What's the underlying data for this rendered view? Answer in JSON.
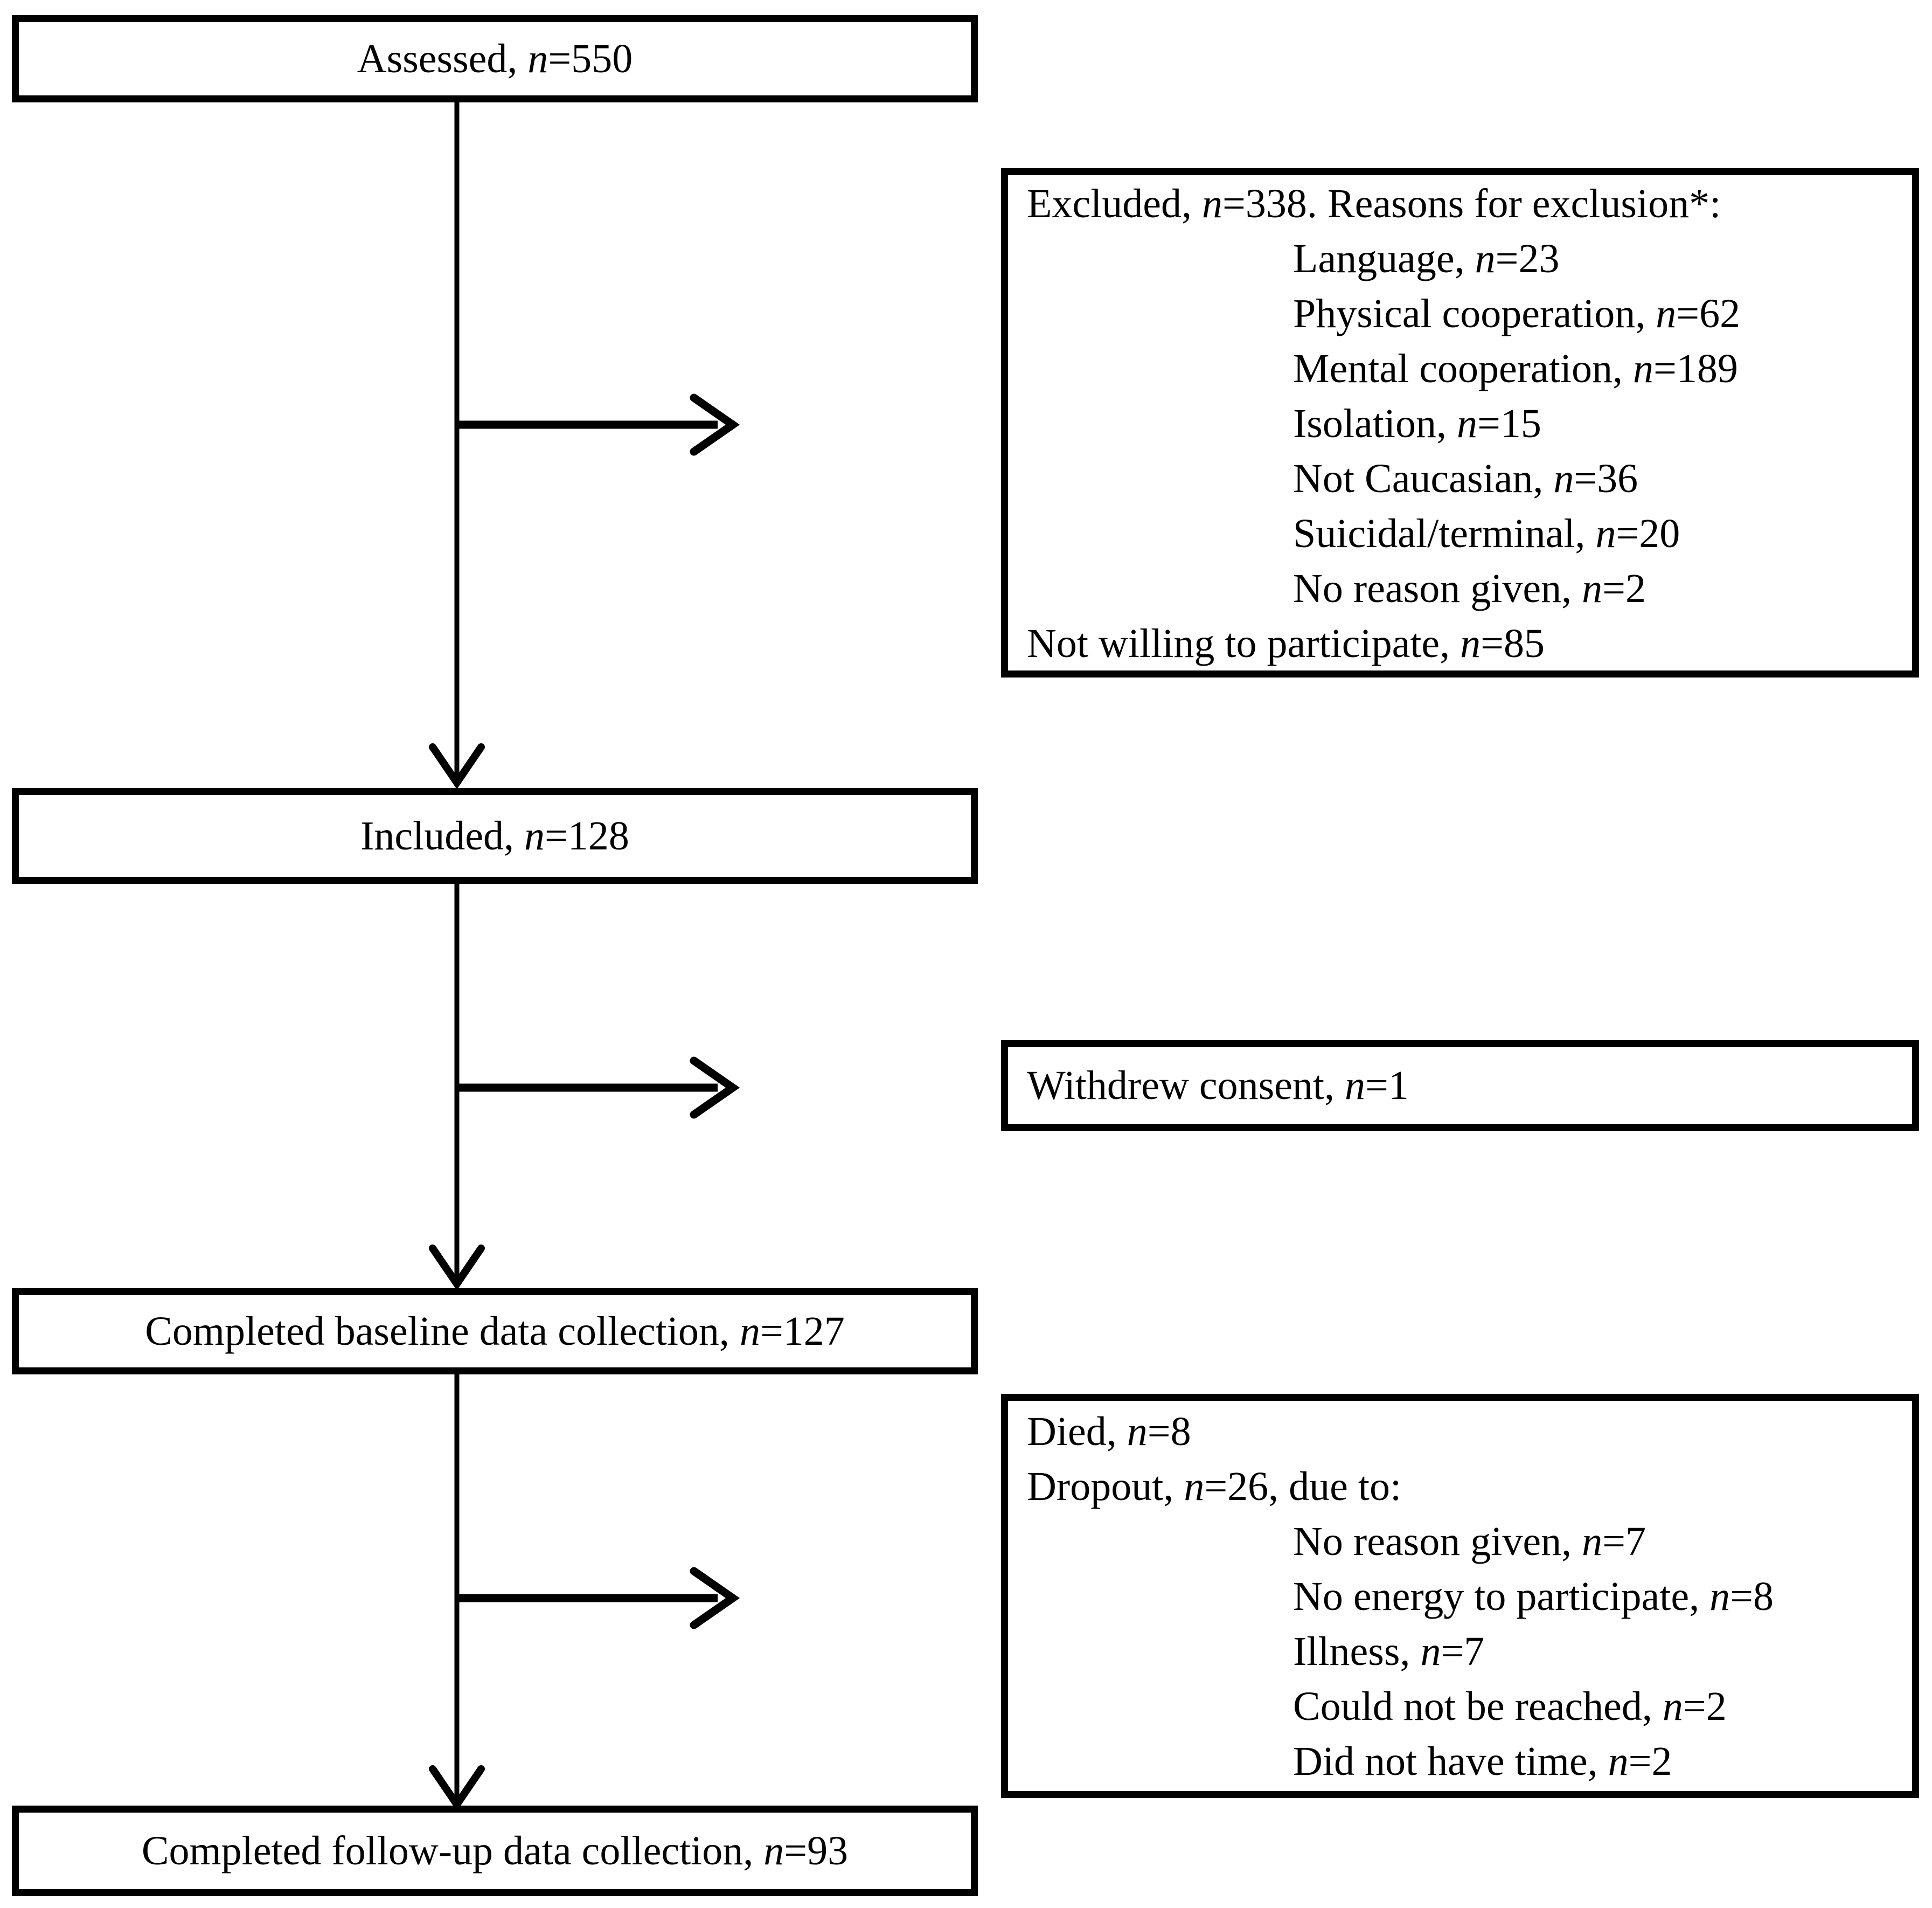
{
  "colors": {
    "ink": "#000000",
    "paper": "#ffffff"
  },
  "boxes": {
    "assessed": {
      "lines": [
        {
          "parts": [
            {
              "t": "Assessed, "
            },
            {
              "t": "n",
              "i": true
            },
            {
              "t": "=550"
            }
          ]
        }
      ]
    },
    "excluded": {
      "lines": [
        {
          "parts": [
            {
              "t": "Excluded, "
            },
            {
              "t": "n",
              "i": true
            },
            {
              "t": "=338. Reasons for exclusion*:"
            }
          ]
        },
        {
          "indent": 1,
          "parts": [
            {
              "t": "Language, "
            },
            {
              "t": "n",
              "i": true
            },
            {
              "t": "=23"
            }
          ]
        },
        {
          "indent": 1,
          "parts": [
            {
              "t": "Physical cooperation, "
            },
            {
              "t": "n",
              "i": true
            },
            {
              "t": "=62"
            }
          ]
        },
        {
          "indent": 1,
          "parts": [
            {
              "t": "Mental cooperation, "
            },
            {
              "t": "n",
              "i": true
            },
            {
              "t": "=189"
            }
          ]
        },
        {
          "indent": 1,
          "parts": [
            {
              "t": "Isolation, "
            },
            {
              "t": "n",
              "i": true
            },
            {
              "t": "=15"
            }
          ]
        },
        {
          "indent": 1,
          "parts": [
            {
              "t": "Not Caucasian, "
            },
            {
              "t": "n",
              "i": true
            },
            {
              "t": "=36"
            }
          ]
        },
        {
          "indent": 1,
          "parts": [
            {
              "t": "Suicidal/terminal, "
            },
            {
              "t": "n",
              "i": true
            },
            {
              "t": "=20"
            }
          ]
        },
        {
          "indent": 1,
          "parts": [
            {
              "t": "No reason given, "
            },
            {
              "t": "n",
              "i": true
            },
            {
              "t": "=2"
            }
          ]
        },
        {
          "parts": [
            {
              "t": "Not willing to participate, "
            },
            {
              "t": "n",
              "i": true
            },
            {
              "t": "=85"
            }
          ]
        }
      ]
    },
    "included": {
      "lines": [
        {
          "parts": [
            {
              "t": "Included, "
            },
            {
              "t": "n",
              "i": true
            },
            {
              "t": "=128"
            }
          ]
        }
      ]
    },
    "withdrew": {
      "lines": [
        {
          "parts": [
            {
              "t": "Withdrew consent, "
            },
            {
              "t": "n",
              "i": true
            },
            {
              "t": "=1"
            }
          ]
        }
      ]
    },
    "baseline": {
      "lines": [
        {
          "parts": [
            {
              "t": "Completed baseline data collection, "
            },
            {
              "t": "n",
              "i": true
            },
            {
              "t": "=127"
            }
          ]
        }
      ]
    },
    "dropout": {
      "lines": [
        {
          "parts": [
            {
              "t": "Died, "
            },
            {
              "t": "n",
              "i": true
            },
            {
              "t": "=8"
            }
          ]
        },
        {
          "parts": [
            {
              "t": "Dropout, "
            },
            {
              "t": "n",
              "i": true
            },
            {
              "t": "=26, due to:"
            }
          ]
        },
        {
          "indent": 1,
          "parts": [
            {
              "t": "No reason given, "
            },
            {
              "t": "n",
              "i": true
            },
            {
              "t": "=7"
            }
          ]
        },
        {
          "indent": 1,
          "parts": [
            {
              "t": "No energy to participate, "
            },
            {
              "t": "n",
              "i": true
            },
            {
              "t": "=8"
            }
          ]
        },
        {
          "indent": 1,
          "parts": [
            {
              "t": "Illness, "
            },
            {
              "t": "n",
              "i": true
            },
            {
              "t": "=7"
            }
          ]
        },
        {
          "indent": 1,
          "parts": [
            {
              "t": "Could not be reached, "
            },
            {
              "t": "n",
              "i": true
            },
            {
              "t": "=2"
            }
          ]
        },
        {
          "indent": 1,
          "parts": [
            {
              "t": "Did not have time, "
            },
            {
              "t": "n",
              "i": true
            },
            {
              "t": "=2"
            }
          ]
        }
      ]
    },
    "followup": {
      "lines": [
        {
          "parts": [
            {
              "t": "Completed follow-up data collection, "
            },
            {
              "t": "n",
              "i": true
            },
            {
              "t": "=93"
            }
          ]
        }
      ]
    }
  },
  "edges": [
    {
      "from": "assessed",
      "to": "included"
    },
    {
      "from": "assessed",
      "to": "excluded"
    },
    {
      "from": "included",
      "to": "baseline"
    },
    {
      "from": "included",
      "to": "withdrew"
    },
    {
      "from": "baseline",
      "to": "followup"
    },
    {
      "from": "baseline",
      "to": "dropout"
    }
  ]
}
